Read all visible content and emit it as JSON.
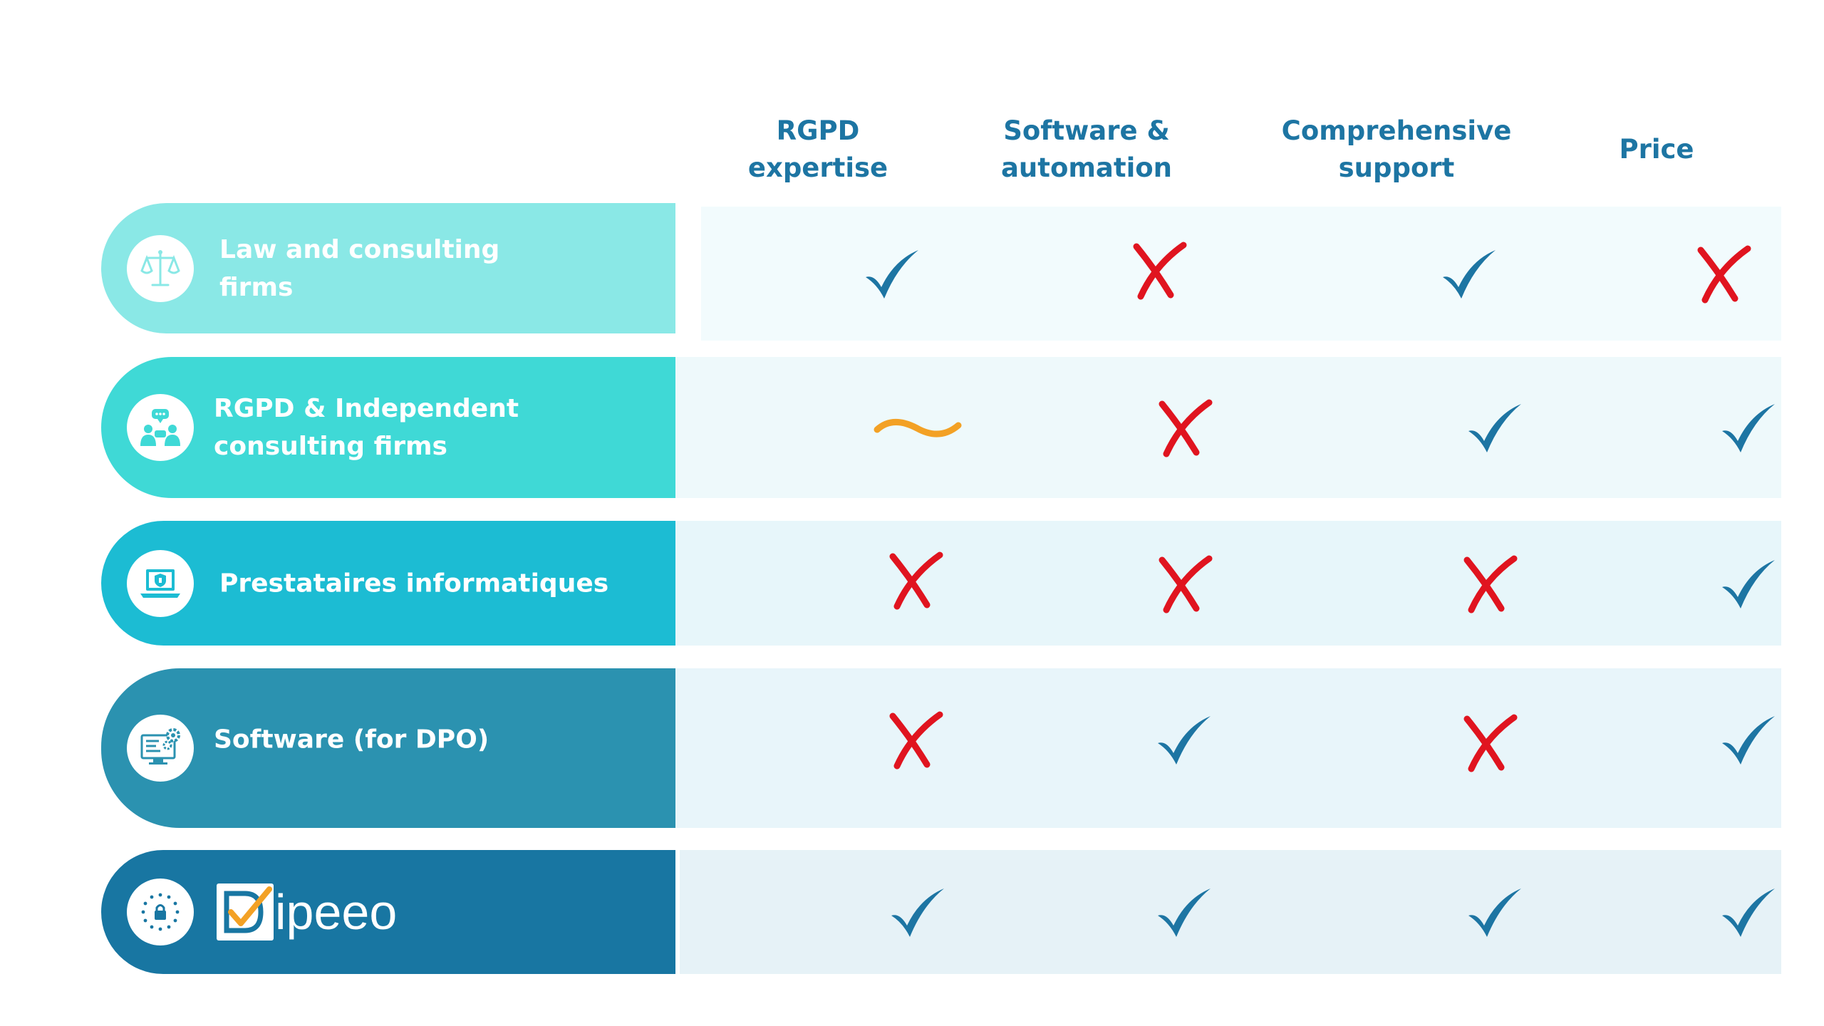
{
  "columns": [
    {
      "label": "RGPD\nexpertise"
    },
    {
      "label": "Software &\nautomation"
    },
    {
      "label": "Comprehensive\nsupport"
    },
    {
      "label": "Price"
    }
  ],
  "rows": [
    {
      "label": "Law and consulting\nfirms",
      "icon": "scales-of-justice-icon",
      "label_color": "#8ae8e6",
      "cell_color": "#f2fbfd",
      "marks": [
        "check",
        "cross",
        "check",
        "cross"
      ]
    },
    {
      "label": "RGPD & Independent\nconsulting firms",
      "icon": "consultants-chat-icon",
      "label_color": "#3fd9d6",
      "cell_color": "#eef9fb",
      "marks": [
        "tilde",
        "cross",
        "check",
        "check"
      ]
    },
    {
      "label": "Prestataires informatiques",
      "icon": "laptop-shield-icon",
      "label_color": "#1cbcd3",
      "cell_color": "#e7f6fa",
      "marks": [
        "cross",
        "cross",
        "cross",
        "check"
      ]
    },
    {
      "label": "Software (for DPO)",
      "icon": "software-gear-icon",
      "label_color": "#2b92b0",
      "cell_color": "#e8f5fa",
      "marks": [
        "cross",
        "check",
        "cross",
        "check"
      ]
    },
    {
      "label": "",
      "brand": "ipeeo",
      "icon": "eu-lock-icon",
      "label_color": "#1876a2",
      "cell_color": "#e6f2f7",
      "marks": [
        "check",
        "check",
        "check",
        "check"
      ]
    }
  ],
  "colors": {
    "header": "#1d75a3",
    "check": "#1d75a3",
    "cross": "#e0141f",
    "tilde": "#f3a125"
  }
}
